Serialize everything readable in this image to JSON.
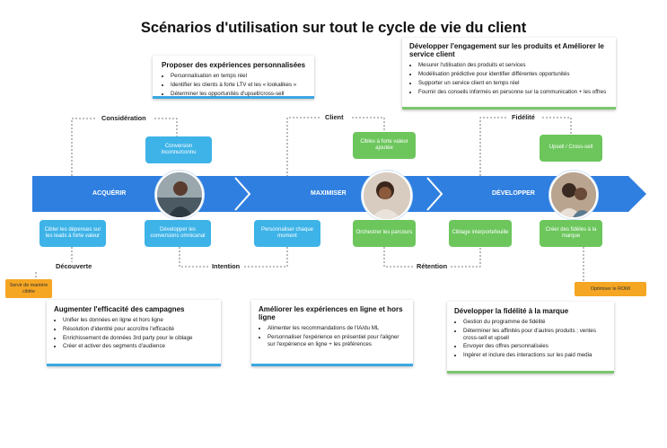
{
  "title": "Scénarios d'utilisation sur tout le cycle de vie du client",
  "stages": {
    "consideration": "Considération",
    "client": "Client",
    "fidelite": "Fidélité",
    "decouverte": "Découverte",
    "intention": "Intention",
    "retention": "Rétention"
  },
  "band": {
    "acquerir": "ACQUÉRIR",
    "maximiser": "MAXIMISER",
    "developper": "DÉVELOPPER"
  },
  "top_cards": {
    "personnalisees": {
      "title": "Proposer des expériences personnalisées",
      "items": [
        "Personnalisation en temps réel",
        "Identifier les clients à forte LTV et les « lookalikes »",
        "Déterminer les opportunités d'upsell/cross-sell"
      ]
    },
    "engagement": {
      "title": "Développer l'engagement sur les produits et Améliorer le service client",
      "items": [
        "Mesurer l'utilisation des produits et services",
        "Modélisation prédictive pour identifier différentes opportunités",
        "Supporter un service client en temps réel",
        "Fournir des conseils informés en personne sur la communication + les offres"
      ]
    }
  },
  "bottom_cards": {
    "campagnes": {
      "title": "Augmenter l'efficacité des campagnes",
      "items": [
        "Unifier les données en ligne et hors ligne",
        "Résolution d'identité pour accroître l'efficacité",
        "Enrichissement de données 3rd party pour le ciblage",
        "Créer et activer des segments d'audience"
      ]
    },
    "experiences": {
      "title": "Améliorer les expériences en ligne et hors ligne",
      "items": [
        "Alimenter les recommandations de l'IA/du ML",
        "Personnaliser l'expérience en présentiel pour l'aligner sur l'expérience en ligne + les préférences"
      ]
    },
    "fidelite": {
      "title": "Développer la fidélité à la marque",
      "items": [
        "Gestion du programme de fidélité",
        "Déterminer les affinités pour d'autres produits ; ventes cross-sell et upsell",
        "Envoyer des offres personnalisées",
        "Ingérer et inclure des interactions sur les paid media"
      ]
    }
  },
  "pills": {
    "conversion": "Conversion inconnu/connu",
    "cibles_valeur": "Cibles à forte valeur ajoutée",
    "upsell": "Upsell / Cross-sell",
    "cibler_depenses": "Cibler les dépenses sur les leads à forte valeur",
    "developper_conversions": "Développer les conversions omnicanal",
    "personnaliser_moment": "Personnaliser chaque moment",
    "orchestrer": "Orchestrer les parcours",
    "ciblage": "Ciblage interportefeuille",
    "fideles": "Créer des fidèles à la marque",
    "servir": "Servir de manière ciblée",
    "romi": "Optimiser le ROMI"
  },
  "colors": {
    "band": "#2f7fe0",
    "blue_pill": "#3db3e8",
    "green_pill": "#6cc65c",
    "orange_pill": "#f5a623"
  }
}
